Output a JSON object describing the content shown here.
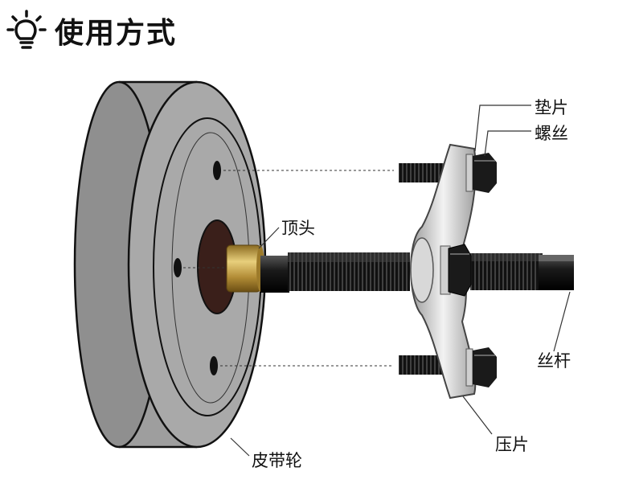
{
  "header": {
    "title": "使用方式",
    "icon": "lightbulb-icon"
  },
  "labels": {
    "washer": "垫片",
    "screw": "螺丝",
    "ejector_tip": "顶头",
    "threaded_rod": "丝杆",
    "pressure_plate": "压片",
    "pulley": "皮带轮"
  }
}
